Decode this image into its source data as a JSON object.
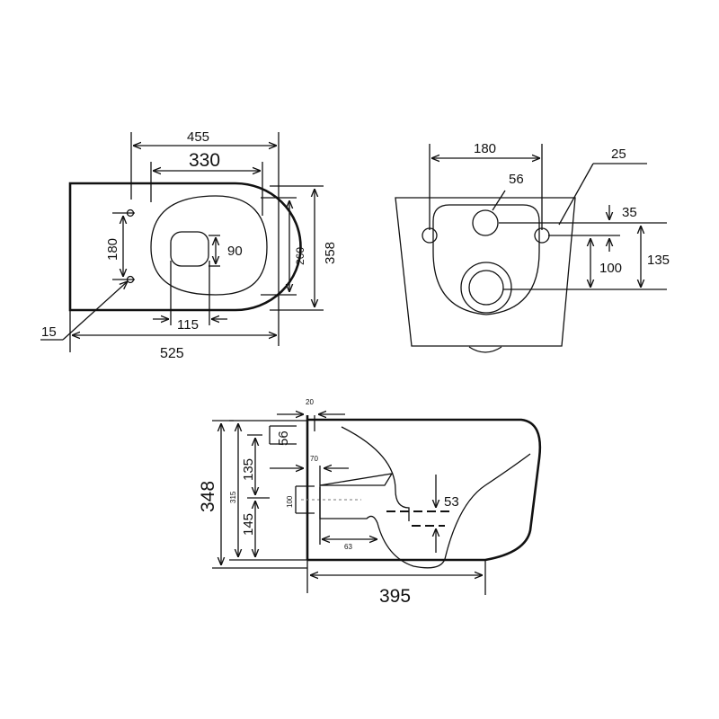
{
  "top_view": {
    "d455": "455",
    "d330": "330",
    "d180": "180",
    "d90": "90",
    "d260": "260",
    "d358": "358",
    "d115": "115",
    "d15": "15",
    "d525": "525"
  },
  "front_view": {
    "d180": "180",
    "d56": "56",
    "d25": "25",
    "d35": "35",
    "d100": "100",
    "d135": "135"
  },
  "side_view": {
    "d20": "20",
    "d56": "56",
    "d70": "70",
    "d135": "135",
    "d348": "348",
    "d315": "315",
    "d100": "100",
    "d145": "145",
    "d63": "63",
    "d53": "53",
    "d395": "395"
  }
}
